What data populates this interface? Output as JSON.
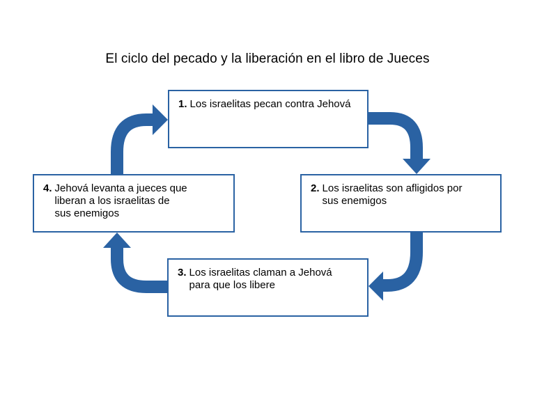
{
  "title": "El ciclo del pecado y la liberación en el libro de Jueces",
  "colors": {
    "arrow": "#2a62a3",
    "box_border": "#2a62a3"
  },
  "steps": [
    {
      "num": "1.",
      "text": "Los israelitas pecan contra Jehová"
    },
    {
      "num": "2.",
      "text": "Los israelitas son afligidos por\nsus enemigos"
    },
    {
      "num": "3.",
      "text": "Los israelitas claman a Jehová\npara que los libere"
    },
    {
      "num": "4.",
      "text": "Jehová levanta a jueces que\nliberan a los israelitas de\nsus enemigos"
    }
  ]
}
